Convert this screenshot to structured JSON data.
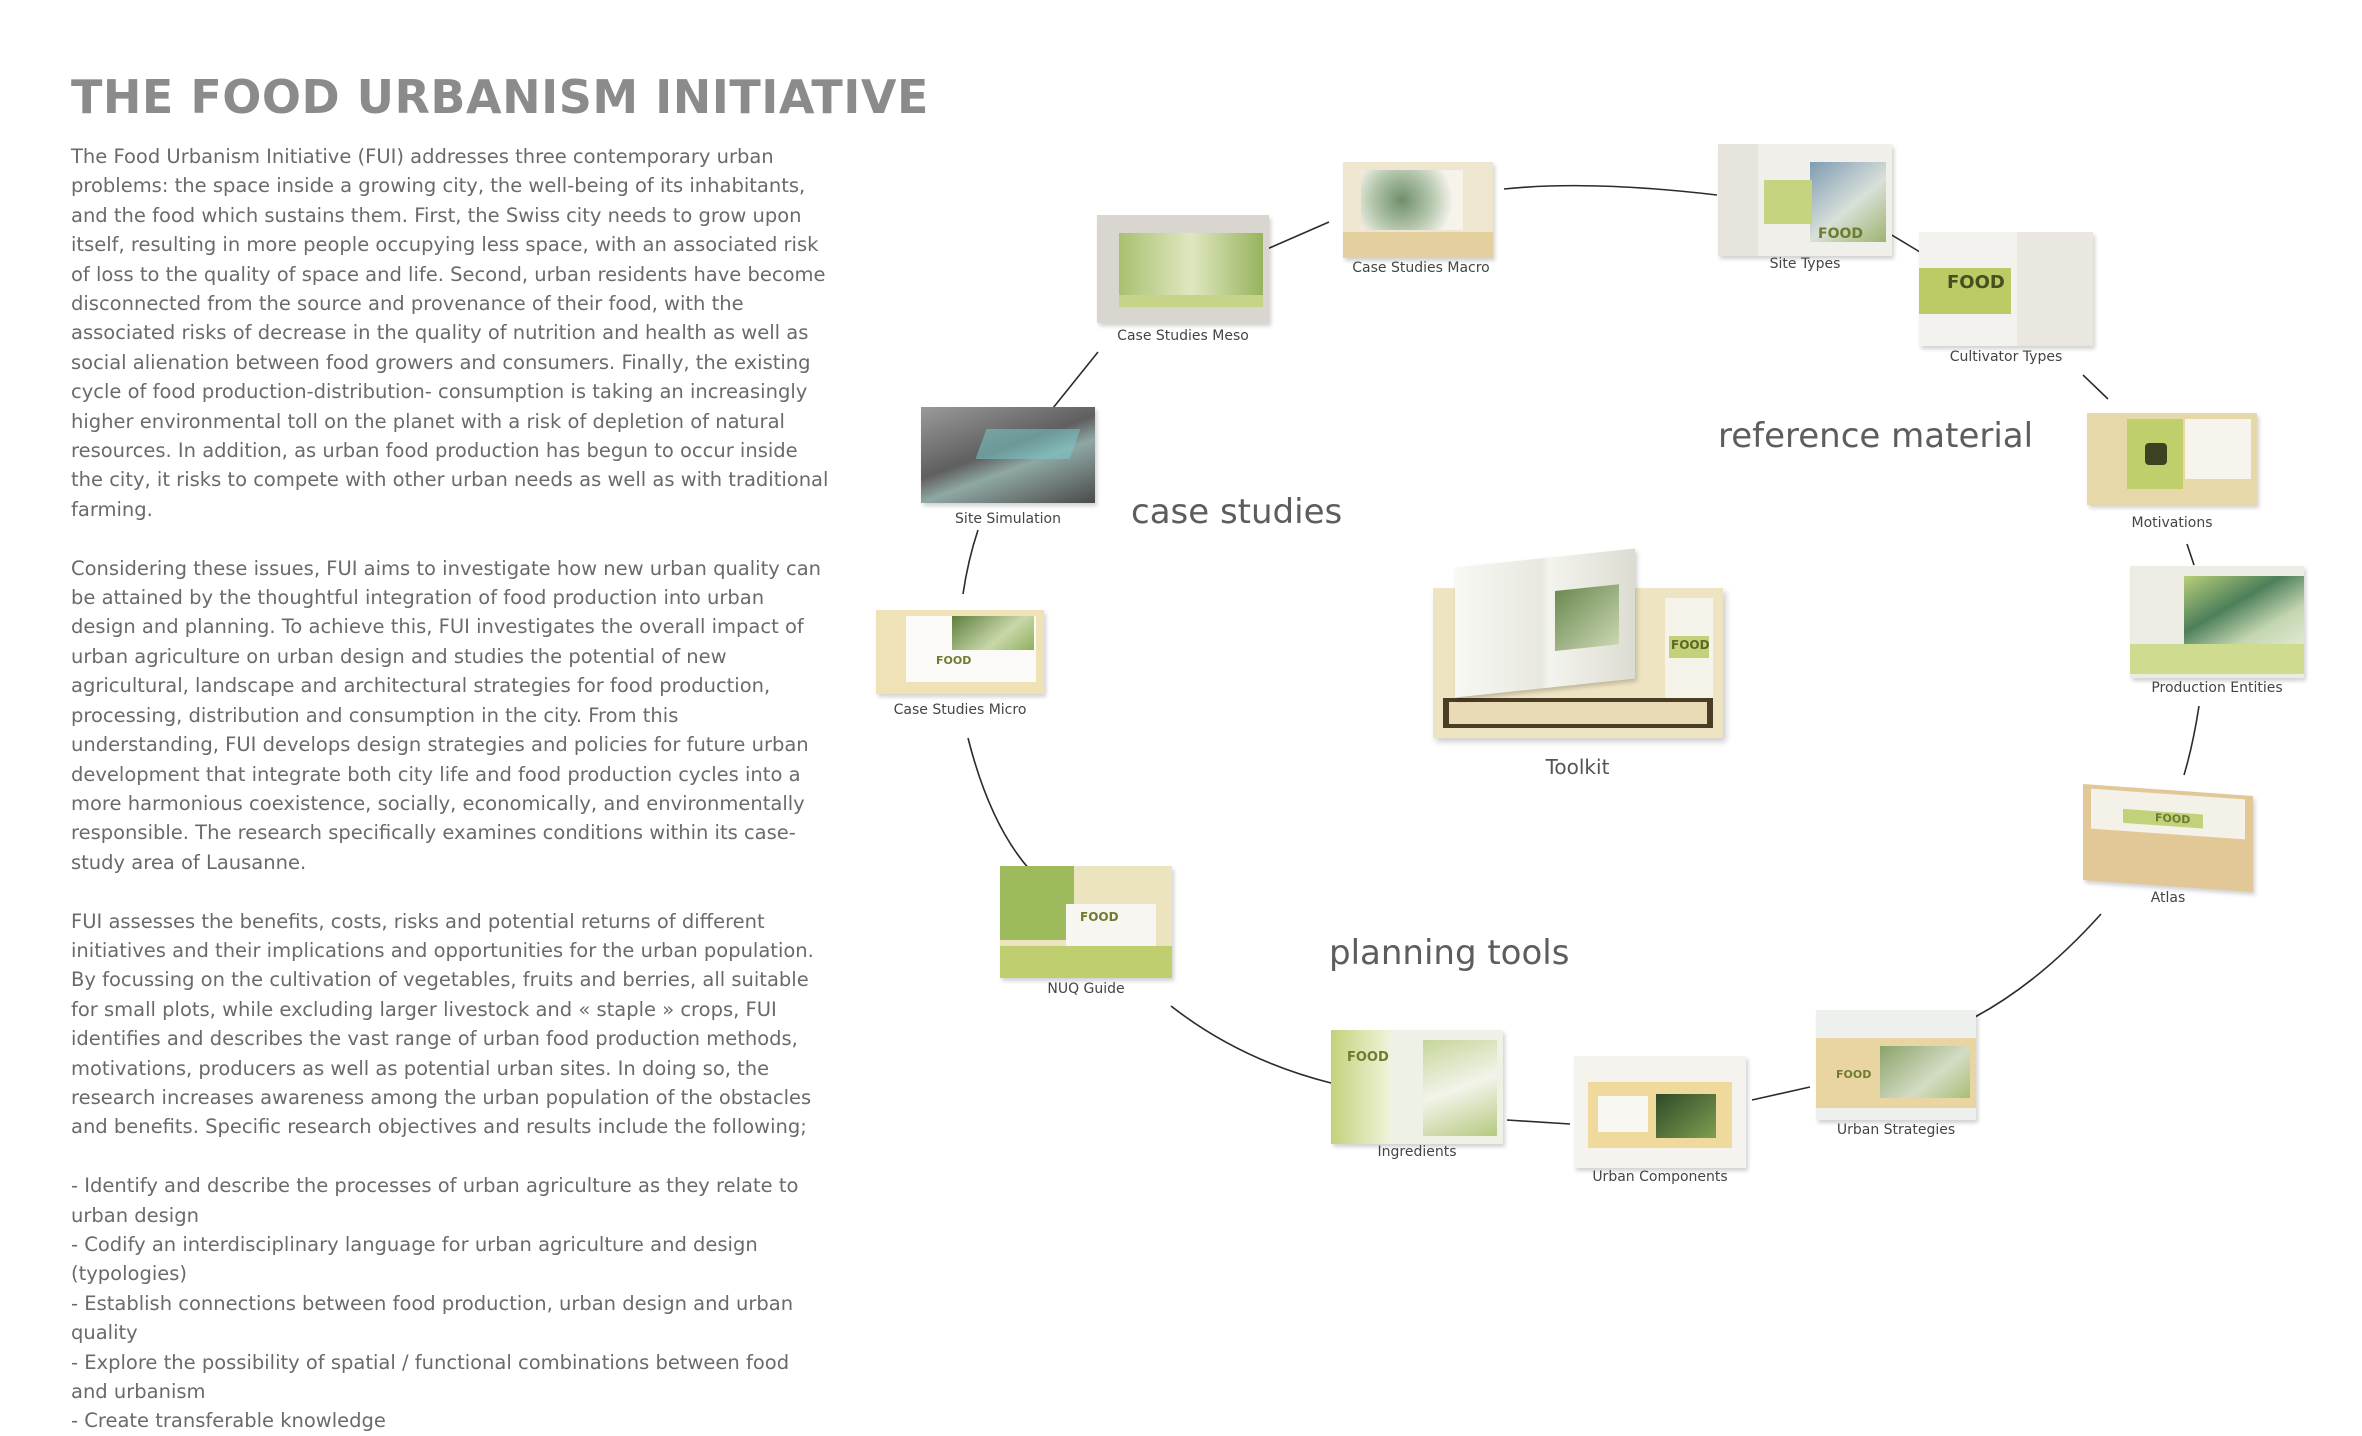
{
  "title": "THE FOOD URBANISM INITIATIVE",
  "paragraphs": [
    "The Food Urbanism Initiative (FUI) addresses three contemporary urban problems: the space inside a growing city, the well-being of its inhabitants, and the food which sustains them. First, the Swiss city needs to grow upon itself, resulting in more people occupying less space, with an associated risk of loss to the quality of space and life. Second, urban residents have become disconnected from the source and provenance of their food, with the associated risks of decrease in the quality of nutrition and health as well as social alienation between food growers and consumers. Finally, the existing cycle of food production-distribution- consumption is taking an increasingly higher environmental toll on the planet with a risk of depletion of natural resources. In addition, as urban food production has begun to occur inside the city, it risks to compete with other urban needs as well as with traditional farming.",
    "Considering these issues, FUI aims to investigate how new urban quality can be attained by the thoughtful integration of food production into urban design and planning. To achieve this, FUI investigates the overall impact of urban agriculture on urban design and studies the potential of new agricultural, landscape and architectural strategies for food production, processing, distribution and consumption in the city. From this understanding, FUI develops design strategies and policies for future urban development that integrate both city life and food production cycles into a more harmonious coexistence, socially, economically, and environmentally responsible. The research specifically examines conditions within its case-study area of Lausanne.",
    "FUI assesses the benefits, costs, risks and potential returns of different initiatives and their implications and opportunities for the urban population. By focussing on the cultivation of vegetables, fruits and berries, all suitable for small plots, while excluding larger livestock and « staple » crops, FUI identifies and describes the vast range of urban food production methods, motivations, producers as well as potential urban sites. In doing so, the research increases awareness among the urban population of the obstacles and benefits. Specific research objectives and results include the following;"
  ],
  "objectives": [
    "Identify and describe the processes of urban agriculture as they relate to urban design",
    "Codify an interdisciplinary language for urban agriculture and design (typologies)",
    "Establish connections between food production, urban design and urban quality",
    "Explore the possibility of spatial / functional combinations between food and urbanism",
    "Create transferable knowledge"
  ],
  "sections": {
    "case_studies": "case studies",
    "reference_material": "reference material",
    "planning_tools": "planning tools"
  },
  "center": {
    "label": "Toolkit",
    "box_mark": "FOOD"
  },
  "nodes": [
    {
      "id": "site-simulation",
      "label": "Site Simulation",
      "mark": ""
    },
    {
      "id": "case-studies-meso",
      "label": "Case Studies Meso",
      "mark": ""
    },
    {
      "id": "case-studies-macro",
      "label": "Case Studies Macro",
      "mark": ""
    },
    {
      "id": "site-types",
      "label": "Site Types",
      "mark": "FOOD"
    },
    {
      "id": "cultivator-types",
      "label": "Cultivator Types",
      "mark": "FOOD"
    },
    {
      "id": "motivations",
      "label": "Motivations",
      "mark": ""
    },
    {
      "id": "production-entities",
      "label": "Production Entities",
      "mark": ""
    },
    {
      "id": "atlas",
      "label": "Atlas",
      "mark": "FOOD"
    },
    {
      "id": "urban-strategies",
      "label": "Urban Strategies",
      "mark": "FOOD"
    },
    {
      "id": "urban-components",
      "label": "Urban Components",
      "mark": ""
    },
    {
      "id": "ingredients",
      "label": "Ingredients",
      "mark": "FOOD"
    },
    {
      "id": "nuq-guide",
      "label": "NUQ Guide",
      "mark": "FOOD"
    },
    {
      "id": "case-studies-micro",
      "label": "Case Studies Micro",
      "mark": "FOOD"
    }
  ],
  "colors": {
    "title": "#8b8b8b",
    "body_text": "#6a6a6a",
    "connector": "#2b2b2b",
    "accent_green": "#b9c96b",
    "paper": "#f1ecdc",
    "cardboard": "#e7d3a5"
  }
}
